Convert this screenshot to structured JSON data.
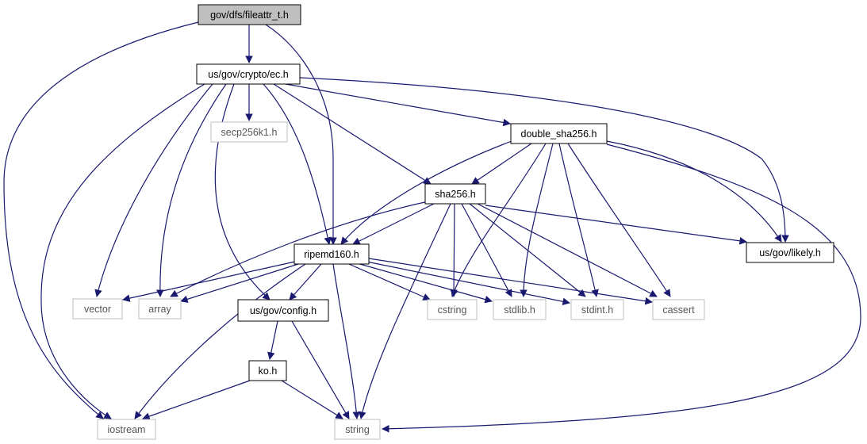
{
  "nodes": {
    "root": "gov/dfs/fileattr_t.h",
    "ec": "us/gov/crypto/ec.h",
    "secp": "secp256k1.h",
    "dsha": "double_sha256.h",
    "sha": "sha256.h",
    "likely": "us/gov/likely.h",
    "ripemd": "ripemd160.h",
    "vector": "vector",
    "array": "array",
    "config": "us/gov/config.h",
    "cstring": "cstring",
    "stdlib": "stdlib.h",
    "stdint": "stdint.h",
    "cassert": "cassert",
    "ko": "ko.h",
    "iostream": "iostream",
    "string": "string"
  },
  "colors": {
    "edge": "#191970",
    "project_border": "#000000",
    "external_border": "#bfbfbf",
    "root_fill": "#bfbfbf",
    "external_text": "#555555"
  }
}
